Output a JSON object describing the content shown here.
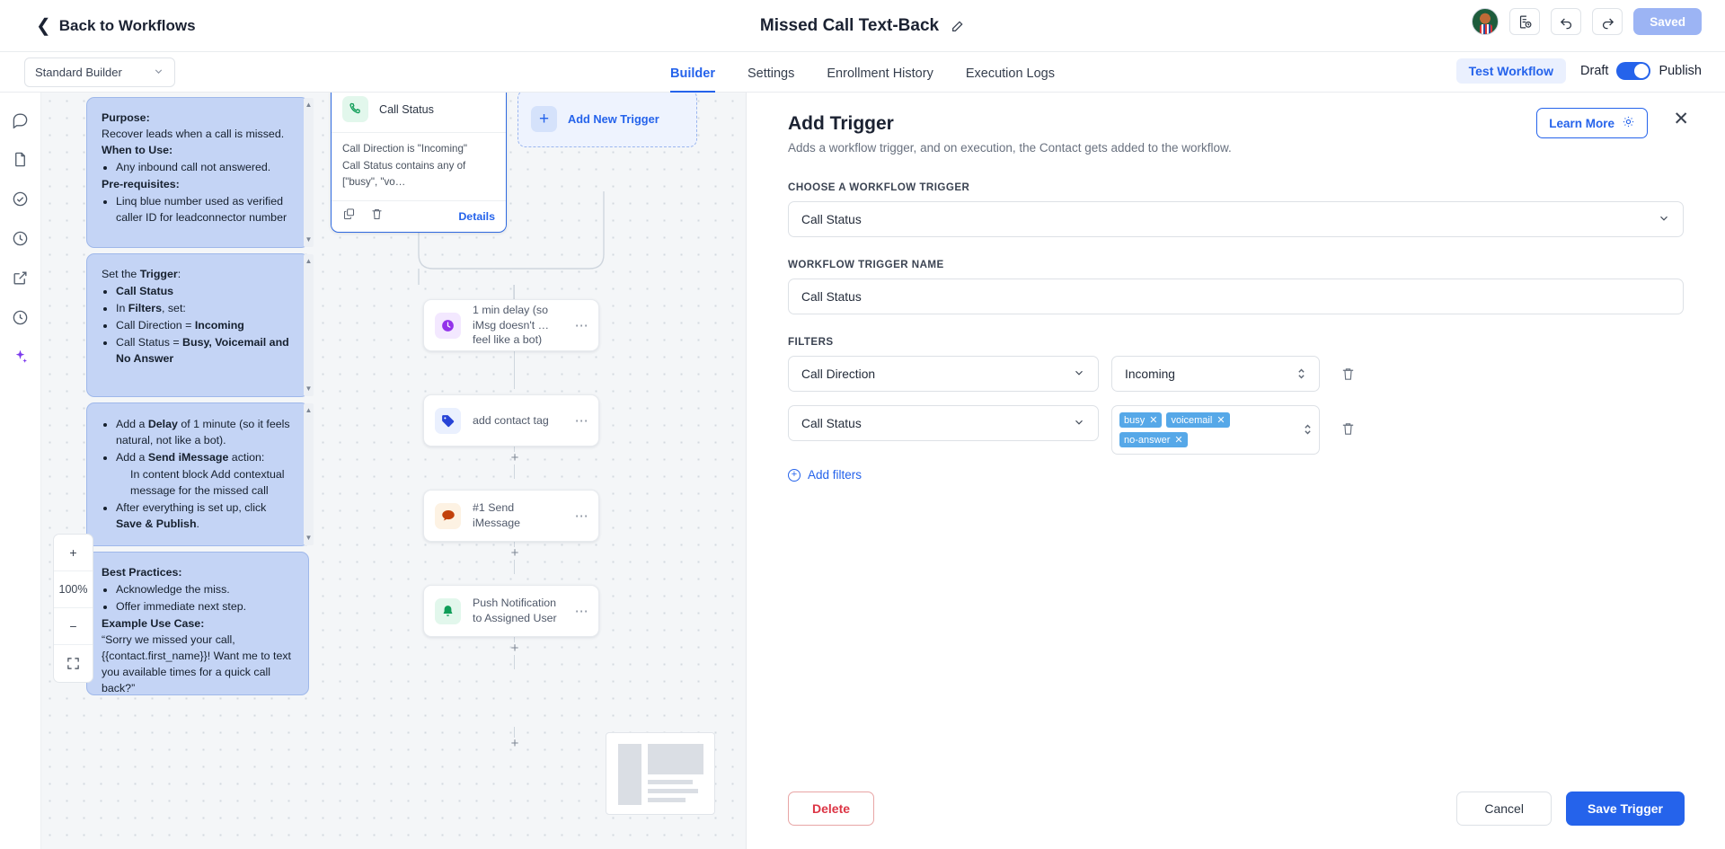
{
  "topbar": {
    "back_label": "Back to Workflows",
    "workflow_title": "Missed Call Text-Back",
    "saved_label": "Saved"
  },
  "tabbar": {
    "builder_select": "Standard Builder",
    "tabs": [
      {
        "label": "Builder",
        "active": true
      },
      {
        "label": "Settings",
        "active": false
      },
      {
        "label": "Enrollment History",
        "active": false
      },
      {
        "label": "Execution Logs",
        "active": false
      }
    ],
    "test_workflow": "Test Workflow",
    "draft_label": "Draft",
    "publish_label": "Publish"
  },
  "canvas": {
    "zoom_level": "100%",
    "zoom_in": "+",
    "zoom_out": "−",
    "notes": [
      {
        "lines": [
          {
            "text": "Purpose:",
            "style": "bold"
          },
          {
            "text": "Recover leads when a call is missed.",
            "style": "plain"
          },
          {
            "text": "When to Use:",
            "style": "bold"
          },
          {
            "text": "Any inbound call not answered.",
            "style": "bullet"
          },
          {
            "text": "Pre-requisites:",
            "style": "bold"
          },
          {
            "text": "Linq blue number used as verified caller ID for leadconnector number",
            "style": "bullet"
          }
        ]
      },
      {
        "lines": [
          {
            "text": "Set the Trigger:",
            "style": "plain-bold-tail"
          },
          {
            "text": "Call Status",
            "style": "bullet-bold"
          },
          {
            "text": "In Filters, set:",
            "style": "bullet-mixed"
          },
          {
            "text": "Call Direction = Incoming",
            "style": "bullet-mixed2"
          },
          {
            "text": "Call Status = Busy, Voicemail and No Answer",
            "style": "bullet-mixed3"
          }
        ]
      },
      {
        "lines": [
          {
            "text": "Add a Delay of 1 minute (so it feels natural, not like a bot).",
            "style": "bullet-mixed4"
          },
          {
            "text": "Add a Send iMessage action:",
            "style": "bullet-mixed5"
          },
          {
            "text": "In content block Add contextual message for the missed call",
            "style": "indent"
          },
          {
            "text": "After everything is set up, click Save & Publish.",
            "style": "bullet-mixed6"
          }
        ]
      },
      {
        "lines": [
          {
            "text": "Best Practices:",
            "style": "bold"
          },
          {
            "text": "Acknowledge the miss.",
            "style": "bullet"
          },
          {
            "text": "Offer immediate next step.",
            "style": "bullet"
          },
          {
            "text": "Example Use Case:",
            "style": "bold"
          },
          {
            "text": "“Sorry we missed your call, {{contact.first_name}}! Want me to text you available times for a quick call back?”",
            "style": "plain"
          }
        ]
      }
    ],
    "trigger_card": {
      "icon": "phone-icon",
      "title": "Call Status",
      "condition_1": "Call Direction is \"Incoming\"",
      "condition_2": "Call Status contains any of [\"busy\", \"vo…",
      "copy_icon": "copy-icon",
      "delete_icon": "trash-icon",
      "details_label": "Details"
    },
    "add_new_trigger": "Add New Trigger",
    "nodes": [
      {
        "icon": "clock-icon",
        "icon_bg": "#f3e8ff",
        "icon_color": "#9333ea",
        "label": "1 min delay (so iMsg doesn't … feel like a bot)",
        "menu": "⋯"
      },
      {
        "icon": "tag-icon",
        "icon_bg": "#eaf0fe",
        "icon_color": "#2743d6",
        "label": "add contact tag",
        "menu": "⋯"
      },
      {
        "icon": "chat-icon",
        "icon_bg": "#fdf2e3",
        "icon_color": "#c2410c",
        "label": "#1 Send iMessage",
        "menu": "⋯"
      },
      {
        "icon": "bell-icon",
        "icon_bg": "#e2f7ec",
        "icon_color": "#0f9d58",
        "label": "Push Notification to Assigned User",
        "menu": "⋯"
      }
    ]
  },
  "panel": {
    "title": "Add Trigger",
    "subtitle": "Adds a workflow trigger, and on execution, the Contact gets added to the workflow.",
    "learn_more": "Learn More",
    "close_icon": "close-icon",
    "choose_trigger_label": "CHOOSE A WORKFLOW TRIGGER",
    "choose_trigger_value": "Call Status",
    "trigger_name_label": "WORKFLOW TRIGGER NAME",
    "trigger_name_value": "Call Status",
    "filters_label": "FILTERS",
    "filters": [
      {
        "field": "Call Direction",
        "value_type": "text",
        "value": "Incoming",
        "tags": []
      },
      {
        "field": "Call Status",
        "value_type": "tags",
        "value": "",
        "tags": [
          "busy",
          "voicemail",
          "no-answer"
        ]
      }
    ],
    "add_filters": "Add filters",
    "delete_label": "Delete",
    "cancel_label": "Cancel",
    "save_label": "Save Trigger"
  },
  "colors": {
    "accent": "#2563eb",
    "note_bg": "#c4d4f5",
    "tag_bg": "#56a8e8",
    "danger": "#dc3545"
  }
}
